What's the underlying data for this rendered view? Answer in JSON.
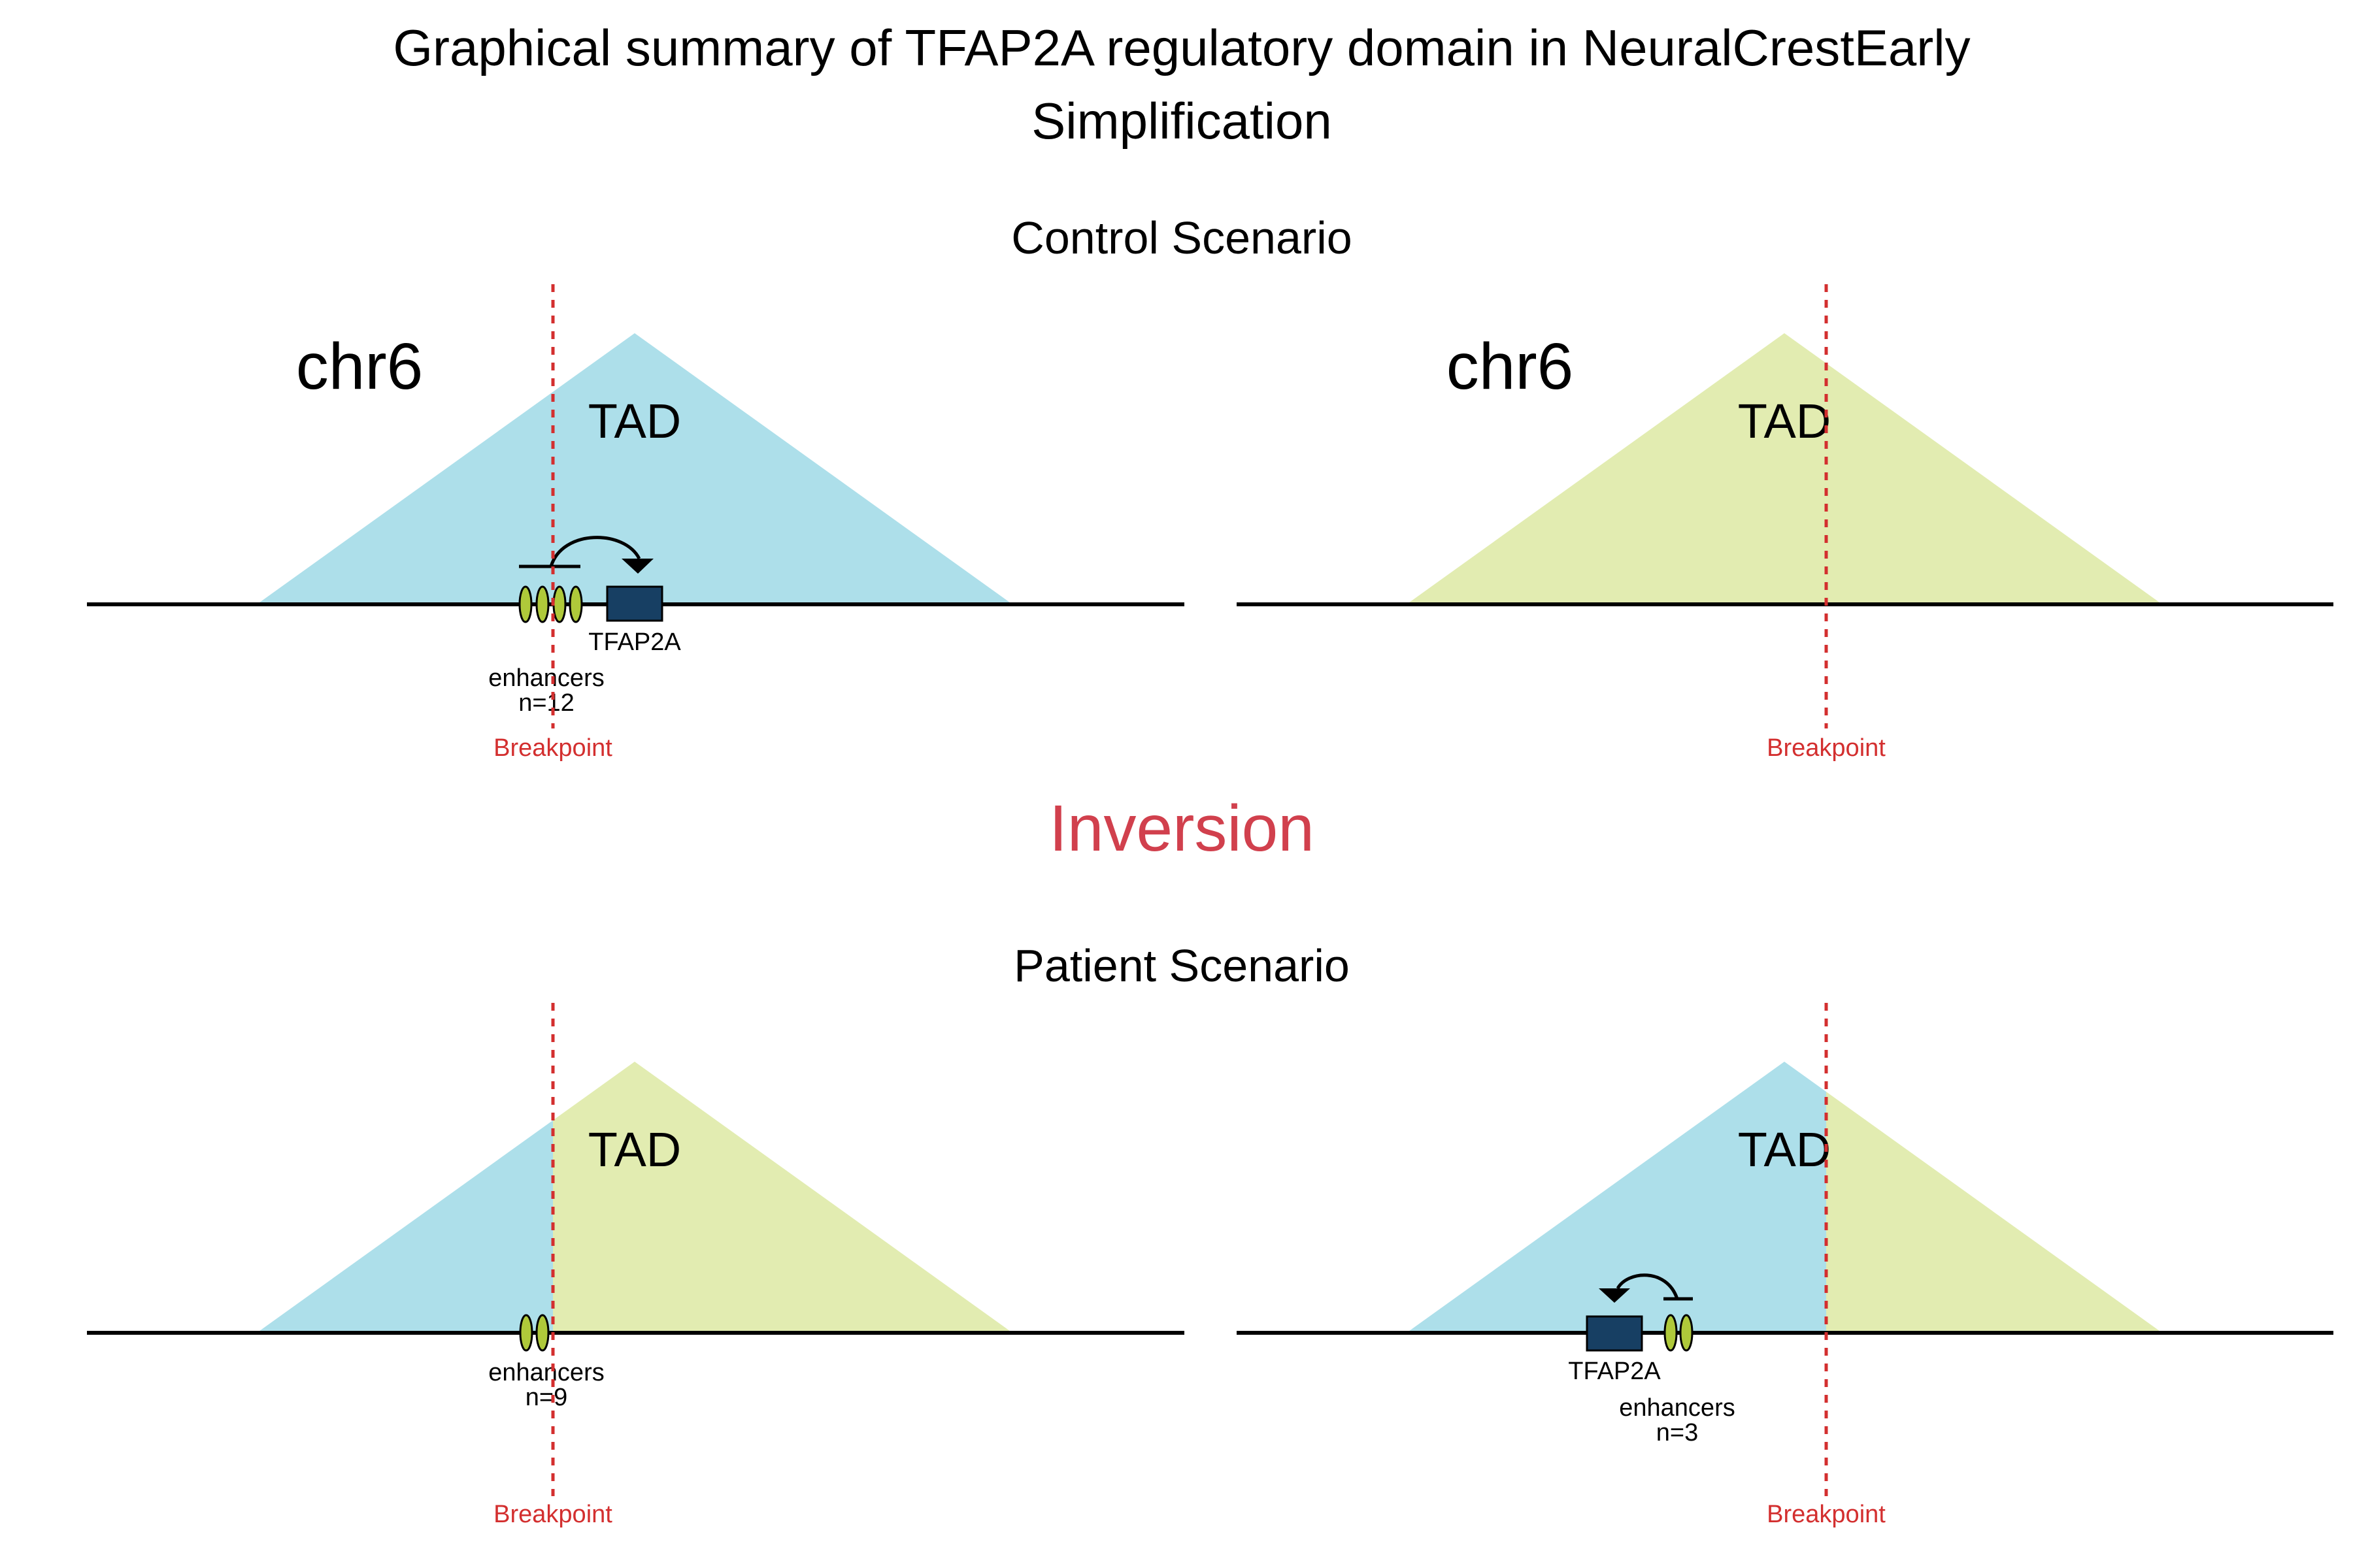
{
  "title_line1": "Graphical summary of TFAP2A regulatory domain in NeuralCrestEarly",
  "title_line2": "Simplification",
  "middle_label": "Inversion",
  "colors": {
    "tad_blue": "#ADDFEA",
    "tad_green": "#E2ECB1",
    "enhancer": "#AFC93A",
    "gene": "#173F63",
    "breakpoint": "#D32F2F",
    "inversion": "#D1404D",
    "line": "#000000"
  },
  "control": {
    "heading": "Control Scenario",
    "left": {
      "chrom": "chr6",
      "tad_label": "TAD",
      "tad_fill": "blue",
      "gene_label": "TFAP2A",
      "enhancers_label": "enhancers",
      "enhancers_count": "n=12",
      "breakpoint_label": "Breakpoint"
    },
    "right": {
      "chrom": "chr6",
      "tad_label": "TAD",
      "tad_fill": "green",
      "breakpoint_label": "Breakpoint"
    }
  },
  "patient": {
    "heading": "Patient Scenario",
    "left": {
      "tad_label": "TAD",
      "tad_fill": "blue|green",
      "enhancers_label": "enhancers",
      "enhancers_count": "n=9",
      "breakpoint_label": "Breakpoint"
    },
    "right": {
      "tad_label": "TAD",
      "tad_fill": "blue|green",
      "gene_label": "TFAP2A",
      "enhancers_label": "enhancers",
      "enhancers_count": "n=3",
      "breakpoint_label": "Breakpoint"
    }
  }
}
